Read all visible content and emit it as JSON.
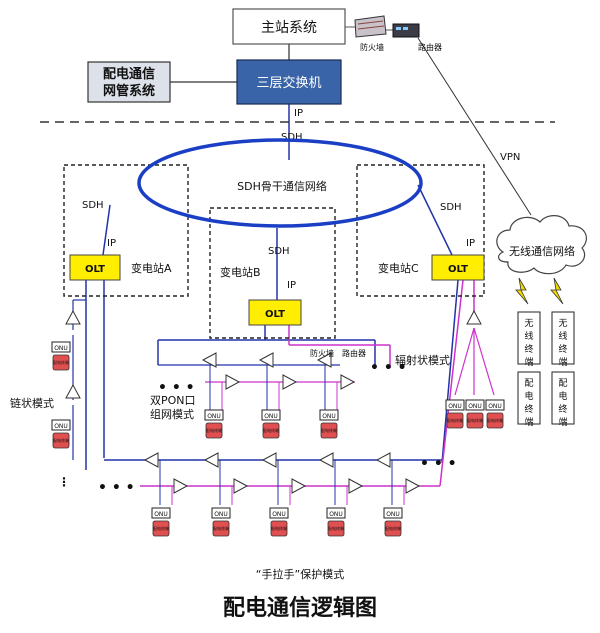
{
  "title": "配电通信逻辑图",
  "master_station": "主站系统",
  "firewall_label": "防火墙",
  "router_label": "路由器",
  "nms": {
    "line1": "配电通信",
    "line2": "网管系统"
  },
  "l3_switch": "三层交换机",
  "ip_label": "IP",
  "sdh_label": "SDH",
  "vpn_label": "VPN",
  "backbone": "SDH骨干通信网络",
  "olt_label": "OLT",
  "substations": {
    "a": "变电站A",
    "b": "变电站B",
    "c": "变电站C"
  },
  "wireless_network": "无线通信网络",
  "wireless_terminal": "无线终端",
  "distribution_terminal": "配电终端",
  "onu_label": "ONU",
  "terminal_short": "配电终端",
  "modes": {
    "radial": "辐射状模式",
    "dual_pon": {
      "line1": "双PON口",
      "line2": "组网模式"
    },
    "chain": "链状模式",
    "hand_in_hand": "“手拉手”保护模式"
  },
  "colors": {
    "blue_line": "#2233aa",
    "ellipse": "#1a3fc4",
    "magenta": "#cc33cc",
    "switch_fill": "#3a64a8",
    "olt_fill": "#ffee00",
    "terminal_fill": "#e05050"
  }
}
